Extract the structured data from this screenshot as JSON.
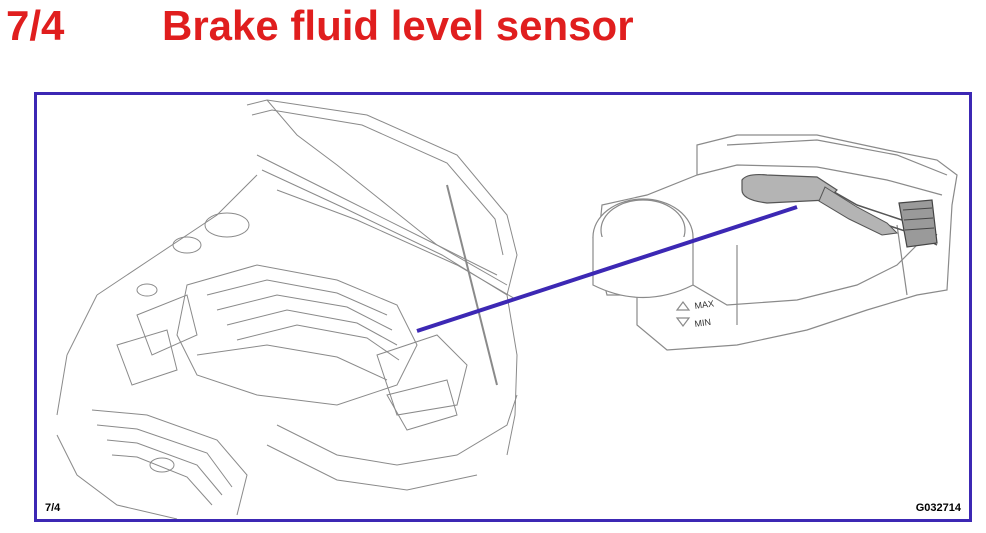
{
  "header": {
    "number": "7/4",
    "title": "Brake fluid level sensor"
  },
  "figure": {
    "reservoir_max_label": "MAX",
    "reservoir_min_label": "MIN",
    "footer_left": "7/4",
    "footer_right": "G032714"
  },
  "colors": {
    "title_red": "#e01e1e",
    "frame_blue": "#3c28b4",
    "pointer_blue": "#3c28b4",
    "line_art": "#8a8a8a",
    "sensor_fill": "#b4b4b4"
  }
}
